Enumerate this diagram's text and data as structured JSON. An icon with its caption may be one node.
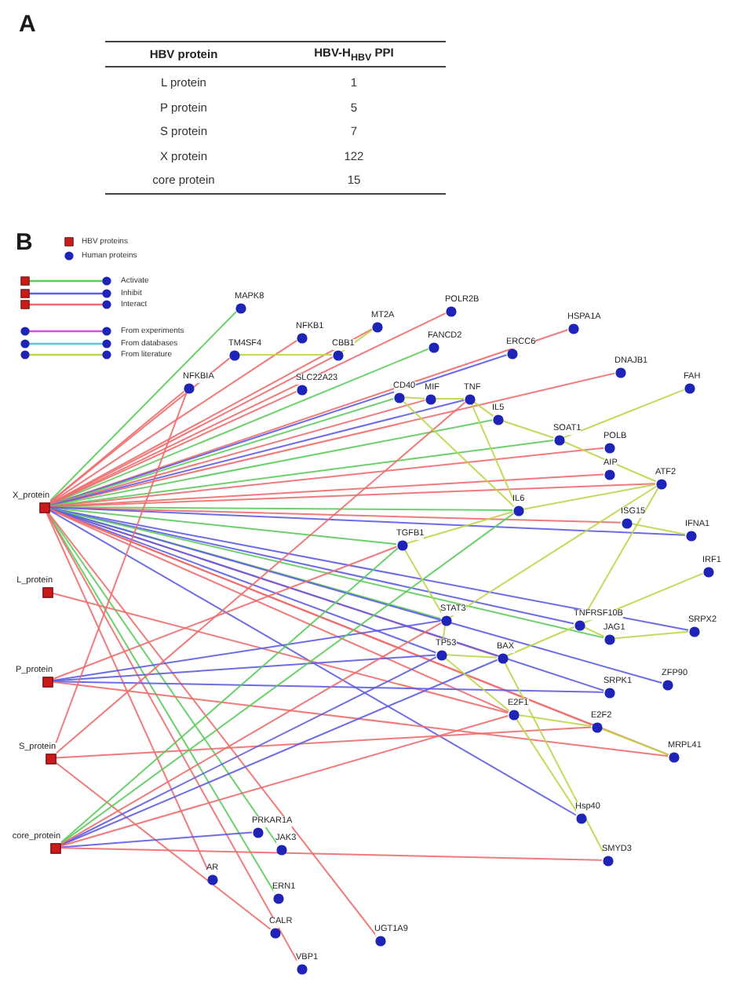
{
  "diagram": {
    "nodes": [
      {
        "text": [
          "X_protein"
        ]
      },
      {
        "text": [
          "L_protein"
        ]
      },
      {
        "text": [
          "P_protein"
        ]
      },
      {
        "text": [
          "S_protein"
        ]
      },
      {
        "text": [
          "core_protein"
        ]
      },
      {
        "text": [
          "MAPK8"
        ]
      },
      {
        "text": [
          "POLR2B"
        ]
      },
      {
        "text": [
          "MT2A"
        ]
      },
      {
        "text": [
          "HSPA1A"
        ]
      },
      {
        "text": [
          "NFKB1"
        ]
      },
      {
        "text": [
          "FANCD2"
        ]
      },
      {
        "text": [
          "ERCC6"
        ]
      },
      {
        "text": [
          "TM4SF4"
        ]
      },
      {
        "text": [
          "CBB1"
        ]
      },
      {
        "text": [
          "DNAJB1"
        ]
      },
      {
        "text": [
          "NFKBIA"
        ]
      },
      {
        "text": [
          "FAH"
        ]
      },
      {
        "text": [
          "SLC22A23"
        ]
      },
      {
        "text": [
          "CD40"
        ]
      },
      {
        "text": [
          "MIF"
        ]
      },
      {
        "text": [
          "TNF"
        ]
      },
      {
        "text": [
          "IL5"
        ]
      },
      {
        "text": [
          "SOAT1"
        ]
      },
      {
        "text": [
          "POLB"
        ]
      },
      {
        "text": [
          "AIP"
        ]
      },
      {
        "text": [
          "ATF2"
        ]
      },
      {
        "text": [
          "IL6"
        ]
      },
      {
        "text": [
          "TGFB1"
        ]
      },
      {
        "text": [
          "ISG15"
        ]
      },
      {
        "text": [
          "IFNA1"
        ]
      },
      {
        "text": [
          "IRF1"
        ]
      },
      {
        "text": [
          "STAT3"
        ]
      },
      {
        "text": [
          "TNFRSF10B"
        ]
      },
      {
        "text": [
          "SRPX2"
        ]
      },
      {
        "text": [
          "JAG1"
        ]
      },
      {
        "text": [
          "TP53"
        ]
      },
      {
        "text": [
          "BAX"
        ]
      },
      {
        "text": [
          "ZFP90"
        ]
      },
      {
        "text": [
          "SRPK1"
        ]
      },
      {
        "text": [
          "E2F1"
        ]
      },
      {
        "text": [
          "E2F2"
        ]
      },
      {
        "text": [
          "MRPL41"
        ]
      },
      {
        "text": [
          "Hsp40"
        ]
      },
      {
        "text": [
          "PRKAR1A"
        ]
      },
      {
        "text": [
          "JAK3"
        ]
      },
      {
        "text": [
          "SMYD3"
        ]
      },
      {
        "text": [
          "AR"
        ]
      },
      {
        "text": [
          "ERN1"
        ]
      },
      {
        "text": [
          "CALR"
        ]
      },
      {
        "text": [
          "UGT1A9"
        ]
      },
      {
        "text": [
          "VBP1"
        ]
      }
    ],
    "edges": [
      {
        "from": 0,
        "to": 5,
        "arrow": "none",
        "color": "#5ccc5c"
      },
      {
        "from": 0,
        "to": 6,
        "arrow": "none"
      },
      {
        "from": 0,
        "to": 7,
        "arrow": "none"
      },
      {
        "from": 0,
        "to": 8,
        "arrow": "none"
      },
      {
        "from": 0,
        "to": 9,
        "arrow": "none"
      },
      {
        "from": 0,
        "to": 10,
        "arrow": "none",
        "color": "#5ccc5c"
      },
      {
        "from": 0,
        "to": 11,
        "arrow": "none",
        "color": "#5c5ce6"
      },
      {
        "from": 0,
        "to": 12,
        "arrow": "none"
      },
      {
        "from": 0,
        "to": 13,
        "arrow": "none"
      },
      {
        "from": 0,
        "to": 14,
        "arrow": "none"
      },
      {
        "from": 0,
        "to": 15,
        "arrow": "none"
      },
      {
        "from": 0,
        "to": 17,
        "arrow": "none"
      },
      {
        "from": 0,
        "to": 18,
        "arrow": "none",
        "color": "#5ccc5c"
      },
      {
        "from": 0,
        "to": 19,
        "arrow": "none"
      },
      {
        "from": 0,
        "to": 20,
        "arrow": "none",
        "color": "#5c5ce6"
      },
      {
        "from": 0,
        "to": 21,
        "arrow": "none",
        "color": "#5ccc5c"
      },
      {
        "from": 0,
        "to": 22,
        "arrow": "none",
        "color": "#5ccc5c"
      },
      {
        "from": 0,
        "to": 23,
        "arrow": "none"
      },
      {
        "from": 0,
        "to": 24,
        "arrow": "none"
      },
      {
        "from": 0,
        "to": 25,
        "arrow": "none"
      },
      {
        "from": 0,
        "to": 26,
        "arrow": "none",
        "color": "#5ccc5c"
      },
      {
        "from": 0,
        "to": 27,
        "arrow": "none",
        "color": "#5ccc5c"
      },
      {
        "from": 0,
        "to": 28,
        "arrow": "none"
      },
      {
        "from": 0,
        "to": 29,
        "arrow": "none",
        "color": "#5c5ce6"
      },
      {
        "from": 0,
        "to": 31,
        "arrow": "none",
        "color": "#5ccc5c"
      },
      {
        "from": 0,
        "to": 32,
        "arrow": "none",
        "color": "#5c5ce6"
      },
      {
        "from": 0,
        "to": 33,
        "arrow": "none",
        "color": "#5c5ce6"
      },
      {
        "from": 0,
        "to": 34,
        "arrow": "none",
        "color": "#5ccc5c"
      },
      {
        "from": 0,
        "to": 35,
        "arrow": "none",
        "color": "#5c5ce6"
      },
      {
        "from": 0,
        "to": 36,
        "arrow": "none"
      },
      {
        "from": 0,
        "to": 37,
        "arrow": "none",
        "color": "#5c5ce6"
      },
      {
        "from": 0,
        "to": 38,
        "arrow": "none",
        "color": "#5c5ce6"
      },
      {
        "from": 0,
        "to": 39,
        "arrow": "none"
      },
      {
        "from": 0,
        "to": 40,
        "arrow": "none"
      },
      {
        "from": 0,
        "to": 41,
        "arrow": "none"
      },
      {
        "from": 0,
        "to": 42,
        "arrow": "none",
        "color": "#5c5ce6"
      },
      {
        "from": 0,
        "to": 44,
        "arrow": "none",
        "color": "#5ccc5c"
      },
      {
        "from": 0,
        "to": 46,
        "arrow": "none"
      },
      {
        "from": 0,
        "to": 47,
        "arrow": "none",
        "color": "#5ccc5c"
      },
      {
        "from": 0,
        "to": 49,
        "arrow": "none"
      },
      {
        "from": 0,
        "to": 50,
        "arrow": "none"
      },
      {
        "from": 1,
        "to": 39,
        "arrow": "none"
      },
      {
        "from": 2,
        "to": 35,
        "arrow": "none",
        "color": "#5c5ce6"
      },
      {
        "from": 2,
        "to": 31,
        "arrow": "none",
        "color": "#5c5ce6"
      },
      {
        "from": 2,
        "to": 38,
        "arrow": "none",
        "color": "#5c5ce6"
      },
      {
        "from": 2,
        "to": 41,
        "arrow": "none"
      },
      {
        "from": 2,
        "to": 27,
        "arrow": "none"
      },
      {
        "from": 3,
        "to": 48,
        "arrow": "none"
      },
      {
        "from": 3,
        "to": 40,
        "arrow": "none"
      },
      {
        "from": 3,
        "to": 20,
        "arrow": "none"
      },
      {
        "from": 3,
        "to": 15,
        "arrow": "none"
      },
      {
        "from": 4,
        "to": 43,
        "arrow": "none",
        "color": "#5c5ce6"
      },
      {
        "from": 4,
        "to": 35,
        "arrow": "none",
        "color": "#5c5ce6"
      },
      {
        "from": 4,
        "to": 36,
        "arrow": "none",
        "color": "#5c5ce6"
      },
      {
        "from": 4,
        "to": 39,
        "arrow": "none"
      },
      {
        "from": 4,
        "to": 26,
        "arrow": "none",
        "color": "#5ccc5c"
      },
      {
        "from": 4,
        "to": 31,
        "arrow": "none"
      },
      {
        "from": 4,
        "to": 45,
        "arrow": "none"
      },
      {
        "from": 4,
        "to": 27,
        "arrow": "none",
        "color": "#5ccc5c"
      },
      {
        "from": 20,
        "to": 19,
        "arrow": "none",
        "color": "#bcd64a"
      },
      {
        "from": 20,
        "to": 21,
        "arrow": "none",
        "color": "#bcd64a"
      },
      {
        "from": 20,
        "to": 26,
        "arrow": "none",
        "color": "#bcd64a"
      },
      {
        "from": 19,
        "to": 18,
        "arrow": "none",
        "color": "#bcd64a"
      },
      {
        "from": 18,
        "to": 26,
        "arrow": "none",
        "color": "#bcd64a"
      },
      {
        "from": 21,
        "to": 22,
        "arrow": "none",
        "color": "#bcd64a"
      },
      {
        "from": 22,
        "to": 25,
        "arrow": "none",
        "color": "#bcd64a"
      },
      {
        "from": 26,
        "to": 27,
        "arrow": "none",
        "color": "#bcd64a"
      },
      {
        "from": 27,
        "to": 31,
        "arrow": "none",
        "color": "#bcd64a"
      },
      {
        "from": 31,
        "to": 35,
        "arrow": "none",
        "color": "#bcd64a"
      },
      {
        "from": 35,
        "to": 36,
        "arrow": "none",
        "color": "#bcd64a"
      },
      {
        "from": 35,
        "to": 39,
        "arrow": "none",
        "color": "#bcd64a"
      },
      {
        "from": 39,
        "to": 40,
        "arrow": "none",
        "color": "#bcd64a"
      },
      {
        "from": 25,
        "to": 31,
        "arrow": "none",
        "color": "#bcd64a"
      },
      {
        "from": 25,
        "to": 32,
        "arrow": "none",
        "color": "#bcd64a"
      },
      {
        "from": 28,
        "to": 29,
        "arrow": "none",
        "color": "#bcd64a"
      },
      {
        "from": 30,
        "to": 32,
        "arrow": "none",
        "color": "#bcd64a"
      },
      {
        "from": 33,
        "to": 34,
        "arrow": "none",
        "color": "#bcd64a"
      },
      {
        "from": 34,
        "to": 32,
        "arrow": "none",
        "color": "#bcd64a"
      },
      {
        "from": 32,
        "to": 36,
        "arrow": "none",
        "color": "#bcd64a"
      },
      {
        "from": 16,
        "to": 22,
        "arrow": "none",
        "color": "#bcd64a"
      },
      {
        "from": 7,
        "to": 13,
        "arrow": "none",
        "color": "#bcd64a"
      },
      {
        "from": 12,
        "to": 13,
        "arrow": "none",
        "color": "#bcd64a"
      },
      {
        "from": 41,
        "to": 40,
        "arrow": "none",
        "color": "#bcd64a"
      },
      {
        "from": 42,
        "to": 39,
        "arrow": "none",
        "color": "#bcd64a"
      },
      {
        "from": 45,
        "to": 36,
        "arrow": "none",
        "color": "#bcd64a"
      },
      {
        "from": 25,
        "to": 26,
        "arrow": "none",
        "color": "#bcd64a"
      }
    ],
    "labels": [
      "A",
      "HBV protein",
      "HBV-H$_{HBV}$ PPI",
      "L protein",
      "1",
      "P protein",
      "5",
      "S protein",
      "7",
      "X protein",
      "122",
      "core protein",
      "15",
      "B"
    ],
    "legend": [
      {
        "text": "HBV proteins",
        "color": "#cc1a1a"
      },
      {
        "text": "Human proteins",
        "color": "#1f24b8"
      },
      {
        "text": "Activate",
        "color": "#5ccc5c"
      },
      {
        "text": "Inhibit",
        "color": "#5c5ce6"
      },
      {
        "text": "Interact",
        "color": "#f06c6c"
      },
      {
        "text": "From experiments",
        "color": "#cc55d8"
      },
      {
        "text": "From databases",
        "color": "#55c8dc"
      },
      {
        "text": "From literature",
        "color": "#bcd64a"
      }
    ]
  }
}
